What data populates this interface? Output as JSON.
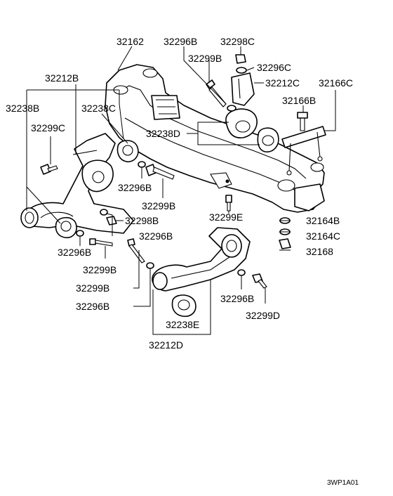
{
  "callouts": {
    "c32162": "32162",
    "c32296b_top": "32296B",
    "c32298c": "32298C",
    "c32299b_top": "32299B",
    "c32296c": "32296C",
    "c32212b": "32212B",
    "c32212c": "32212C",
    "c32166c": "32166C",
    "c32238b": "32238B",
    "c32238c": "32238C",
    "c32166b": "32166B",
    "c32299c": "32299C",
    "c32238d": "32238D",
    "c32296b_mid": "32296B",
    "c32299b_mid": "32299B",
    "c32299e": "32299E",
    "c32298b": "32298B",
    "c32164b": "32164B",
    "c32296b_mid2": "32296B",
    "c32164c": "32164C",
    "c32296b_left": "32296B",
    "c32168": "32168",
    "c32299b_left": "32299B",
    "c32299b_low": "32299B",
    "c32296b_right": "32296B",
    "c32296b_low": "32296B",
    "c32299d": "32299D",
    "c32238e": "32238E",
    "c32212d": "32212D"
  },
  "diagram_code": "3WP1A01"
}
